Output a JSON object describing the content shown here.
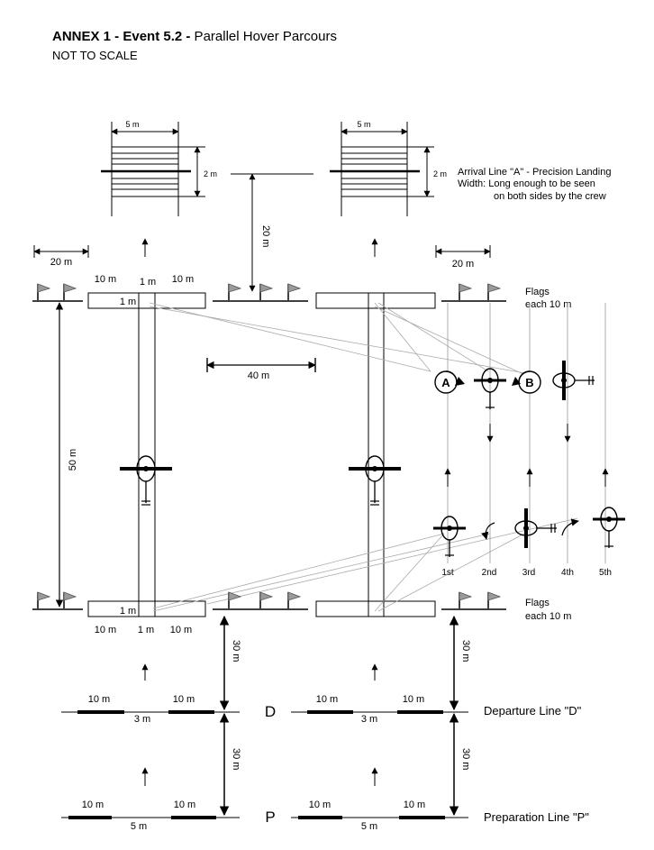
{
  "header": {
    "title_bold": "ANNEX 1 - Event 5.2 -",
    "title_rest": " Parallel Hover Parcours",
    "subtitle": "NOT TO SCALE"
  },
  "labels": {
    "box_width": "5 m",
    "box_height": "2 m",
    "arrival_line_1": "Arrival Line \"A\" - Precision Landing",
    "arrival_line_2": "Width: Long enough to be seen",
    "arrival_line_3": "on both sides by the crew",
    "dist_20m": "20 m",
    "dist_20m_vertical": "20 m",
    "dist_40m": "40 m",
    "dist_50m": "50 m",
    "dist_30m": "30 m",
    "dist_10m": "10 m",
    "dist_1m": "1 m",
    "dist_3m": "3 m",
    "dist_5m": "5 m",
    "flags_1": "Flags",
    "flags_2": "each 10 m",
    "marker_a": "A",
    "marker_b": "B",
    "marker_d": "D",
    "marker_p": "P",
    "departure_line": "Departure Line \"D\"",
    "preparation_line": "Preparation Line \"P\"",
    "order": [
      "1st",
      "2nd",
      "3rd",
      "4th",
      "5th"
    ]
  }
}
